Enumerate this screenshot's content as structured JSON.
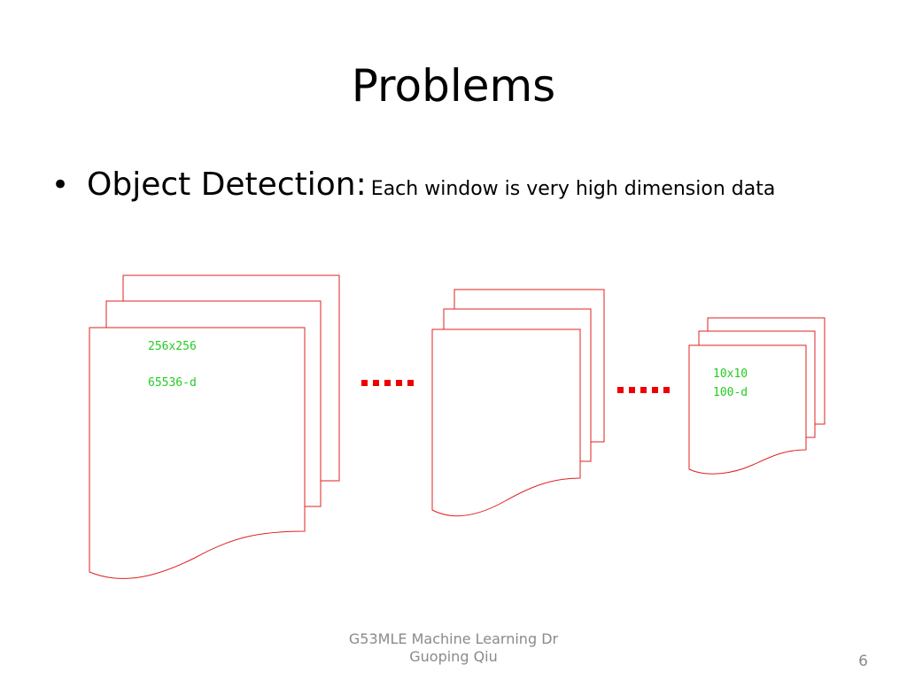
{
  "slide": {
    "title": "Problems",
    "bullet": {
      "marker": "•",
      "lead": "Object Detection:",
      "detail": "Each window is very high dimension data"
    },
    "large_stack": {
      "size_label": "256x256",
      "dim_label": "65536-d"
    },
    "small_stack": {
      "size_label": "10x10",
      "dim_label": "100-d"
    },
    "footer_line1": "G53MLE Machine Learning Dr",
    "footer_line2": "Guoping Qiu",
    "page_number": "6"
  },
  "colors": {
    "outline": "#e02020",
    "label_text": "#22cc22",
    "ellipsis": "#ee0000",
    "footer_text": "#8a8a8a"
  }
}
